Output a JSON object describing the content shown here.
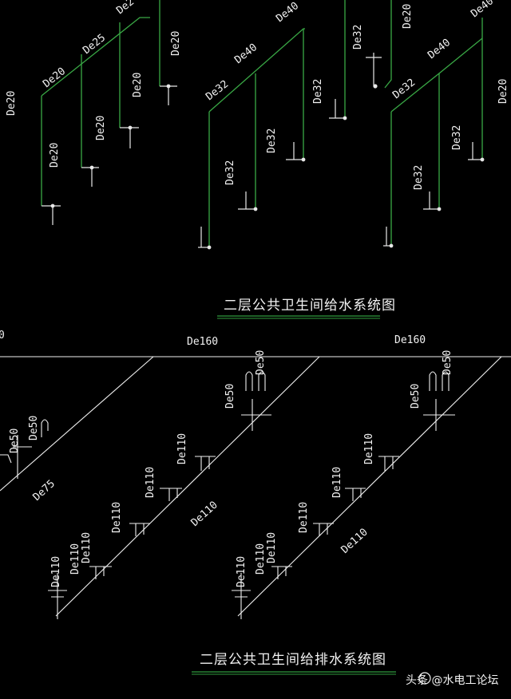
{
  "colors": {
    "background": "#000000",
    "water_supply_pipe": "#39a845",
    "drainage_pipe": "#f0f0f0",
    "fixture_stub": "#e8e8e8",
    "text": "#f2f2f2",
    "title_underline": "#2f9a3c"
  },
  "supply_diagram": {
    "title": "二层公共卫生间给水系统图",
    "labels": {
      "de20_far_left": "De20",
      "de20_main_a": "De20",
      "de25": "De25",
      "de2_cut": "De2",
      "de20_drop_a": "De20",
      "de20_drop_b": "De20",
      "de20_drop_c": "De20",
      "de20_drop_d": "De20",
      "de40_a": "De40",
      "de40_b": "De40",
      "de32_a": "De32",
      "de32_b": "De32",
      "de32_c": "De32",
      "de32_d": "De32",
      "de32_e": "De32",
      "de20_top_right": "De20",
      "de40_c": "De40",
      "de40_d": "De40",
      "de32_f": "De32",
      "de32_g": "De32",
      "de32_h": "De32",
      "de20_edge_right": "De20"
    }
  },
  "drainage_diagram": {
    "title": "二层公共卫生间给排水系统图",
    "labels": {
      "left_cut": "0",
      "de160_a": "De160",
      "de160_b": "De160",
      "de50_a": "De50",
      "de50_b": "De50",
      "de50_c": "De50",
      "de50_d": "De50",
      "de50_left_a": "De50",
      "de50_left_b": "De50",
      "de75": "De75",
      "de110_a": "De110",
      "de110_b": "De110",
      "de110_c": "De110",
      "de110_d": "De110",
      "de110_e": "De110",
      "de110_f": "De110",
      "de110_g": "De110",
      "de110_h": "De110",
      "de110_i": "De110",
      "de110_j": "De110",
      "de110_k": "De110",
      "de110_l": "De110",
      "de110_m": "De110",
      "de110_n": "De110"
    }
  },
  "watermark": {
    "text": "头条 @水电工论坛"
  }
}
